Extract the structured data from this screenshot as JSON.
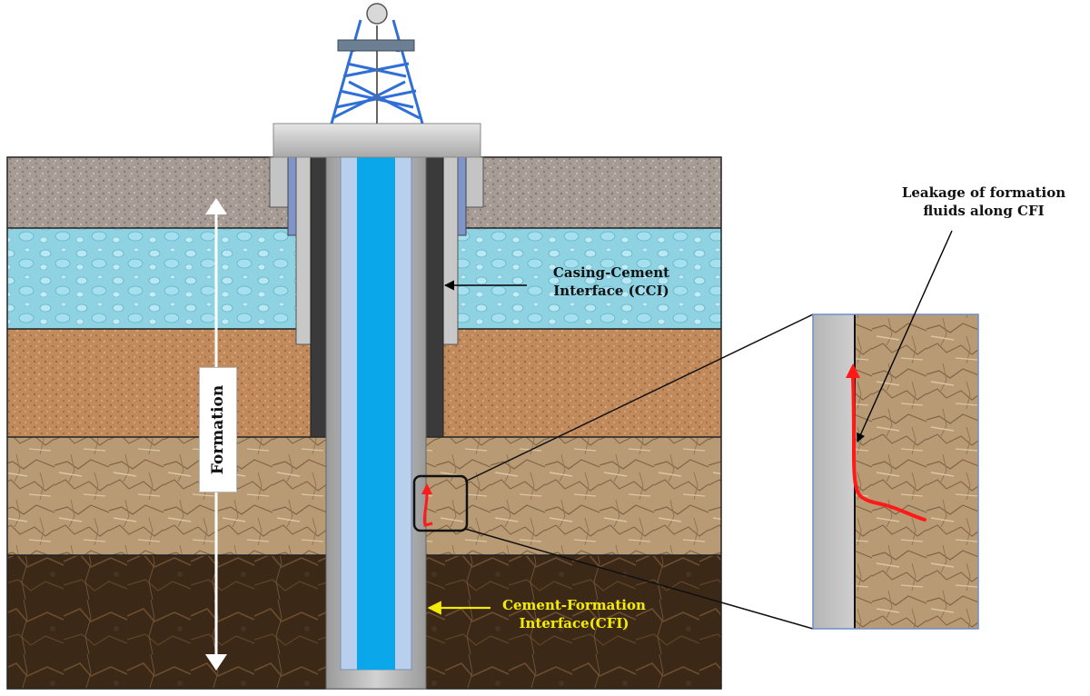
{
  "labels": {
    "formation": "Formation",
    "casing_cement_interface": [
      "Casing-Cement",
      "Interface (CCI)"
    ],
    "cement_formation_interface": [
      "Cement-Formation",
      "Interface(CFI)"
    ],
    "leakage": [
      "Leakage of formation",
      "fluids along CFI"
    ]
  },
  "colors": {
    "rig": "#2f6fd6",
    "fluid": "#0aa8ea",
    "leak_path": "#ff1a1a",
    "cfi_label": "#f2ea0a"
  }
}
